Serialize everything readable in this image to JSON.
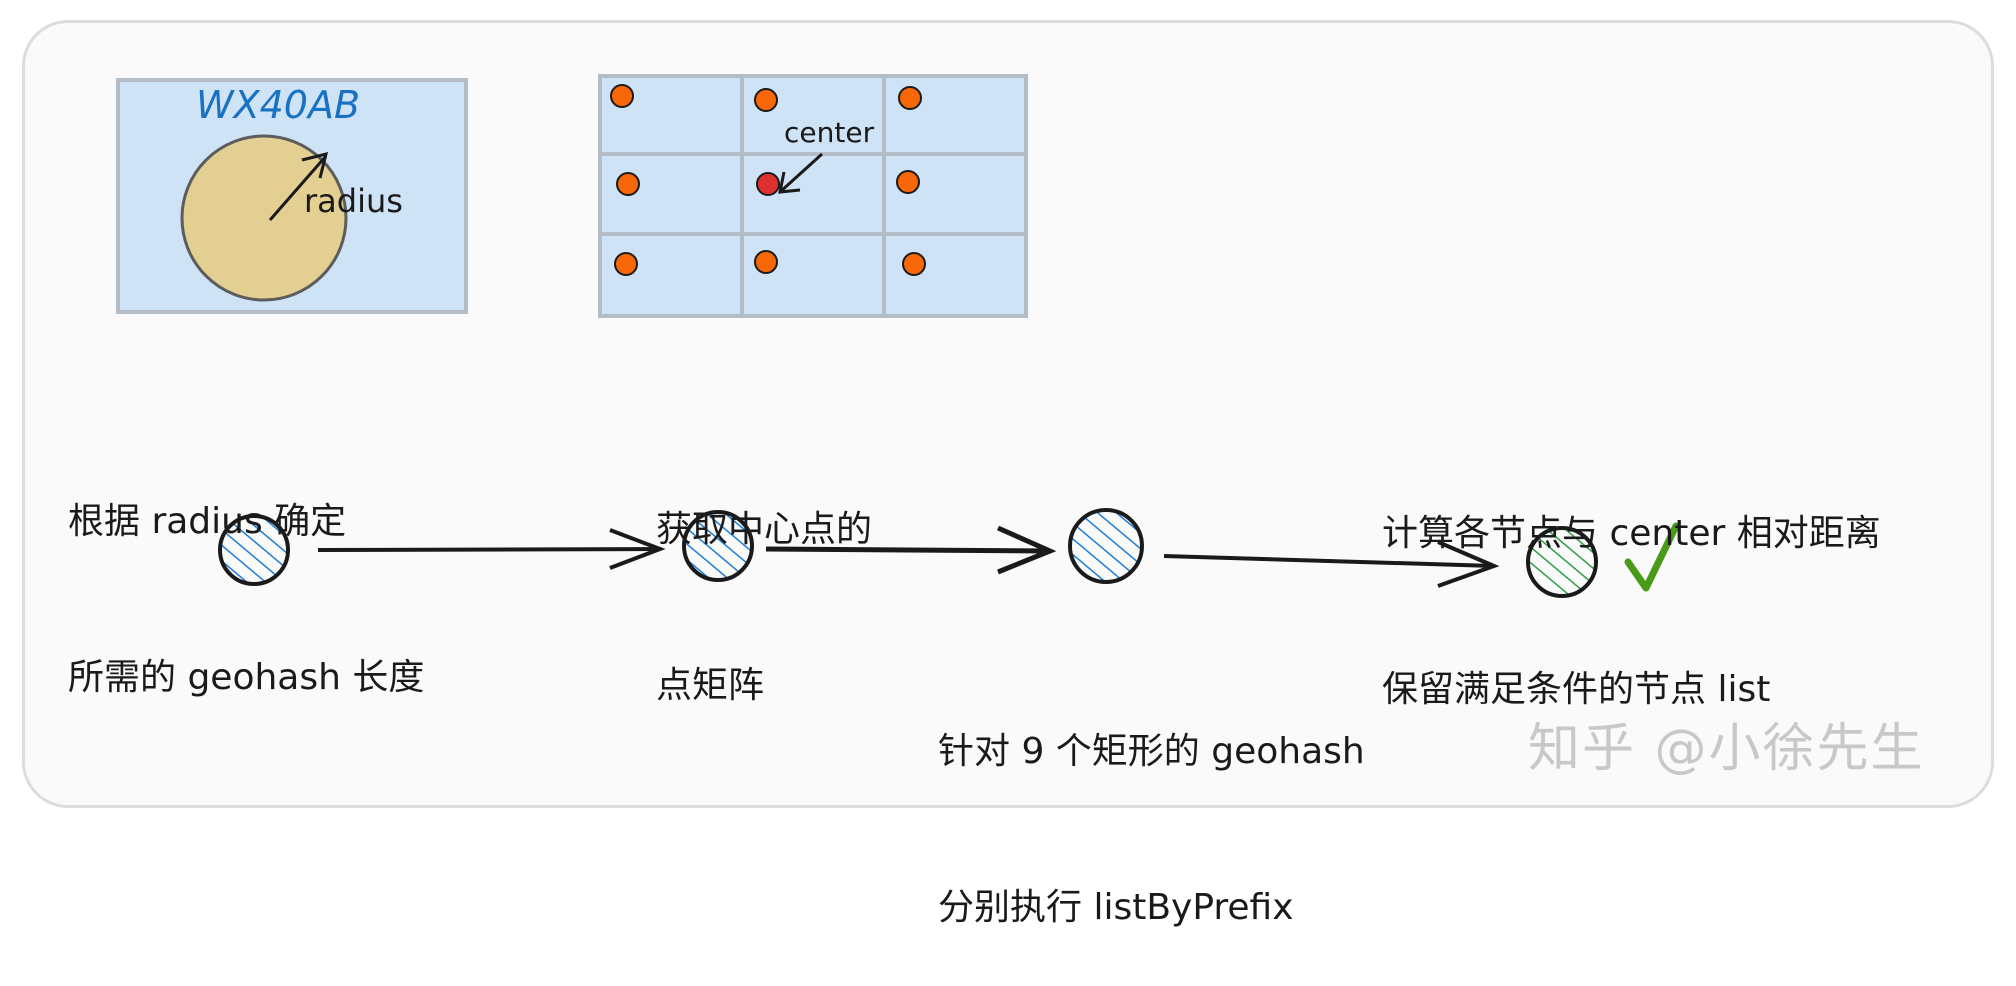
{
  "diagram": {
    "geohash_code": "WX40AB",
    "radius_label": "radius",
    "center_label": "center",
    "steps": [
      {
        "lines": [
          "根据 radius 确定",
          "所需的 geohash 长度"
        ]
      },
      {
        "lines": [
          "获取中心点的",
          "点矩阵"
        ]
      },
      {
        "lines": [
          "针对 9 个矩形的 geohash",
          "分别执行 listByPrefix"
        ]
      },
      {
        "lines": [
          "计算各节点与 center 相对距离",
          "保留满足条件的节点 list"
        ]
      }
    ],
    "done_icon": "check-mark-icon",
    "colors": {
      "cell_fill": "#cfe3f7",
      "cell_border": "#b4bcc6",
      "circle_fill": "#e3cf92",
      "geohash_text": "#1971c2",
      "dot": "#f76707",
      "center_dot": "#e03131",
      "hatch_blue": "#1c7ed6",
      "hatch_green": "#2f9e44",
      "check": "#4a9a1a"
    }
  },
  "watermark": "知乎 @小徐先生"
}
